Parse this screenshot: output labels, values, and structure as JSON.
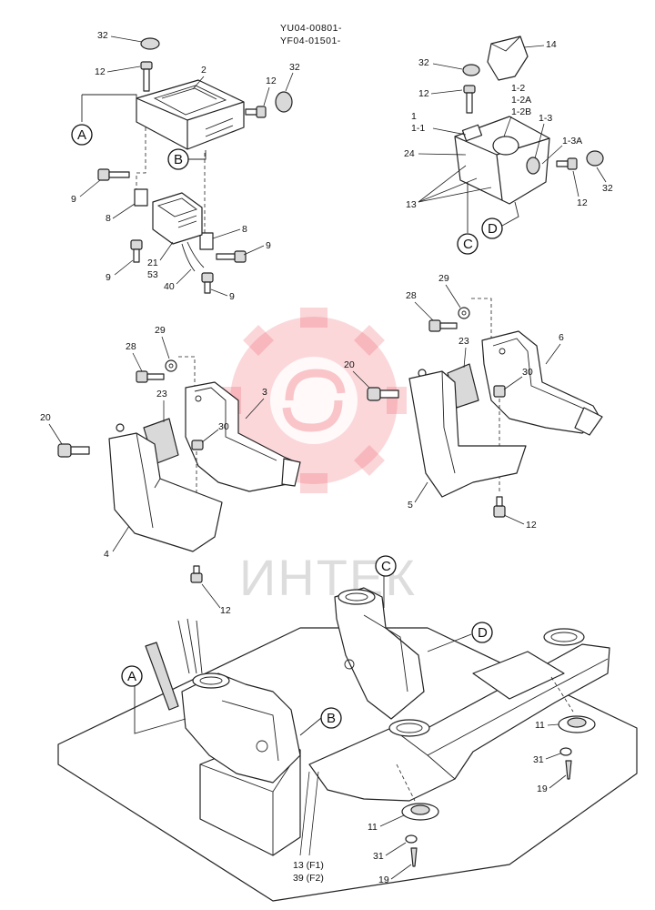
{
  "header": {
    "line1": "YU04-00801-",
    "line2": "YF04-01501-"
  },
  "watermark": {
    "text": "ИНТЕК",
    "color": "#e8323e"
  },
  "callouts": {
    "A": "A",
    "B": "B",
    "C": "C",
    "D": "D"
  },
  "labels": {
    "p1": "1",
    "p1_1": "1-1",
    "p1_2": "1-2",
    "p1_2A": "1-2A",
    "p1_2B": "1-2B",
    "p1_3": "1-3",
    "p1_3A": "1-3A",
    "p2": "2",
    "p3": "3",
    "p4": "4",
    "p5": "5",
    "p6": "6",
    "p8": "8",
    "p9": "9",
    "p11": "11",
    "p12": "12",
    "p13": "13",
    "p13f1": "13 (F1)",
    "p14": "14",
    "p19": "19",
    "p20": "20",
    "p21": "21",
    "p23": "23",
    "p24": "24",
    "p28": "28",
    "p29": "29",
    "p30": "30",
    "p31": "31",
    "p32": "32",
    "p39f2": "39 (F2)",
    "p40": "40",
    "p53": "53"
  }
}
